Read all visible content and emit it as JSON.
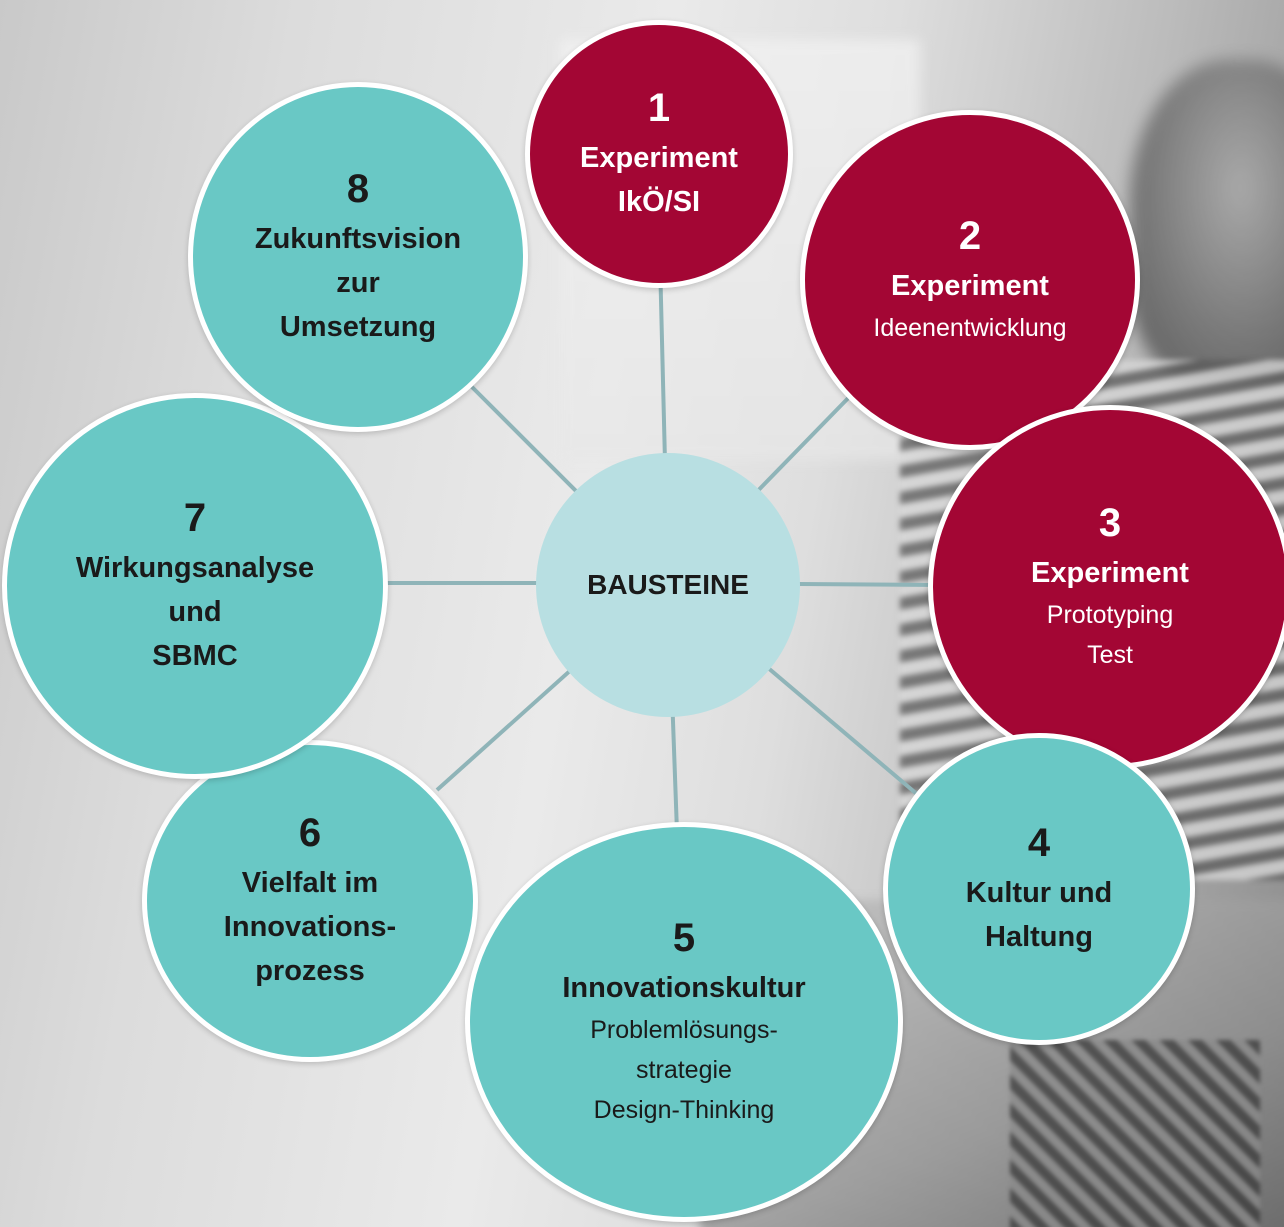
{
  "center": {
    "label": "BAUSTEINE"
  },
  "nodes": [
    {
      "num": "1",
      "title": "Experiment\nIkÖ/SI",
      "sub": ""
    },
    {
      "num": "2",
      "title": "Experiment",
      "sub": "Ideenentwicklung"
    },
    {
      "num": "3",
      "title": "Experiment",
      "sub": "Prototyping\nTest"
    },
    {
      "num": "4",
      "title": "Kultur und\nHaltung",
      "sub": ""
    },
    {
      "num": "5",
      "title": "Innovationskultur",
      "sub": "Problemlösungs-\nstrategie\nDesign-Thinking"
    },
    {
      "num": "6",
      "title": "Vielfalt im\nInnovations-\nprozess",
      "sub": ""
    },
    {
      "num": "7",
      "title": "Wirkungsanalyse\nund\nSBMC",
      "sub": ""
    },
    {
      "num": "8",
      "title": "Zukunftsvision\nzur\nUmsetzung",
      "sub": ""
    }
  ],
  "colors": {
    "experiment": "#a30634",
    "building_block": "#69c8c5",
    "center": "#b8dfe2",
    "connector": "#8fb4b8"
  }
}
